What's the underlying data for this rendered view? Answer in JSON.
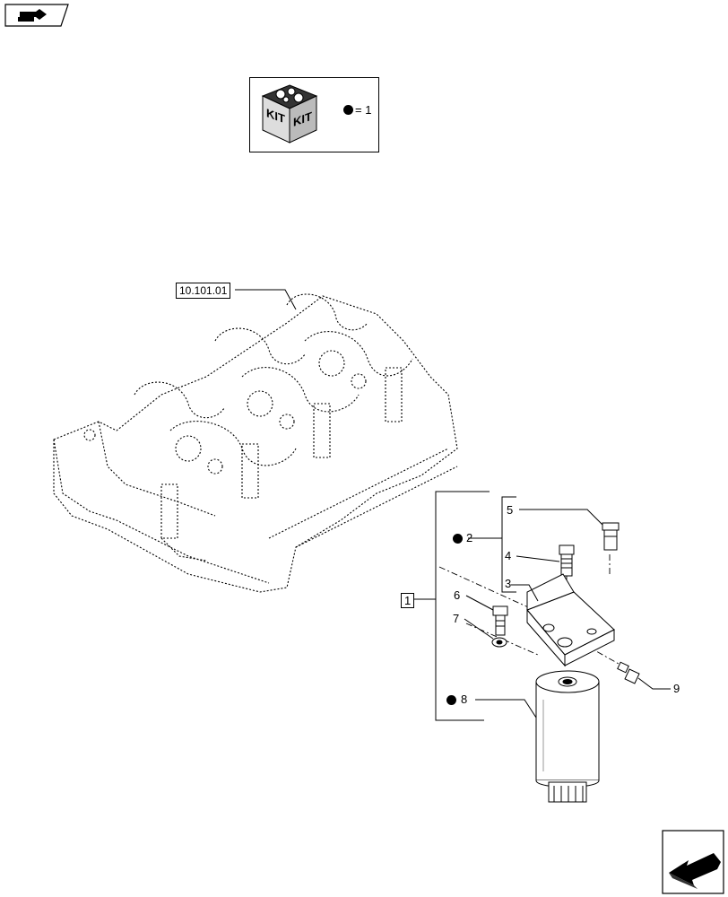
{
  "kit_legend": {
    "icon": "kit-box-icon",
    "kit_text": "KIT",
    "equals": "= 1"
  },
  "reference": {
    "label": "10.101.01"
  },
  "callouts": {
    "group": "1",
    "kit_group": "2",
    "bracket": "3",
    "fitting_4": "4",
    "fitting_5": "5",
    "bolt": "6",
    "washer": "7",
    "filter": "8",
    "bleed_screw": "9"
  },
  "nav": {
    "previous_icon": "hand-arrow-icon",
    "next_icon": "hand-arrow-icon"
  }
}
